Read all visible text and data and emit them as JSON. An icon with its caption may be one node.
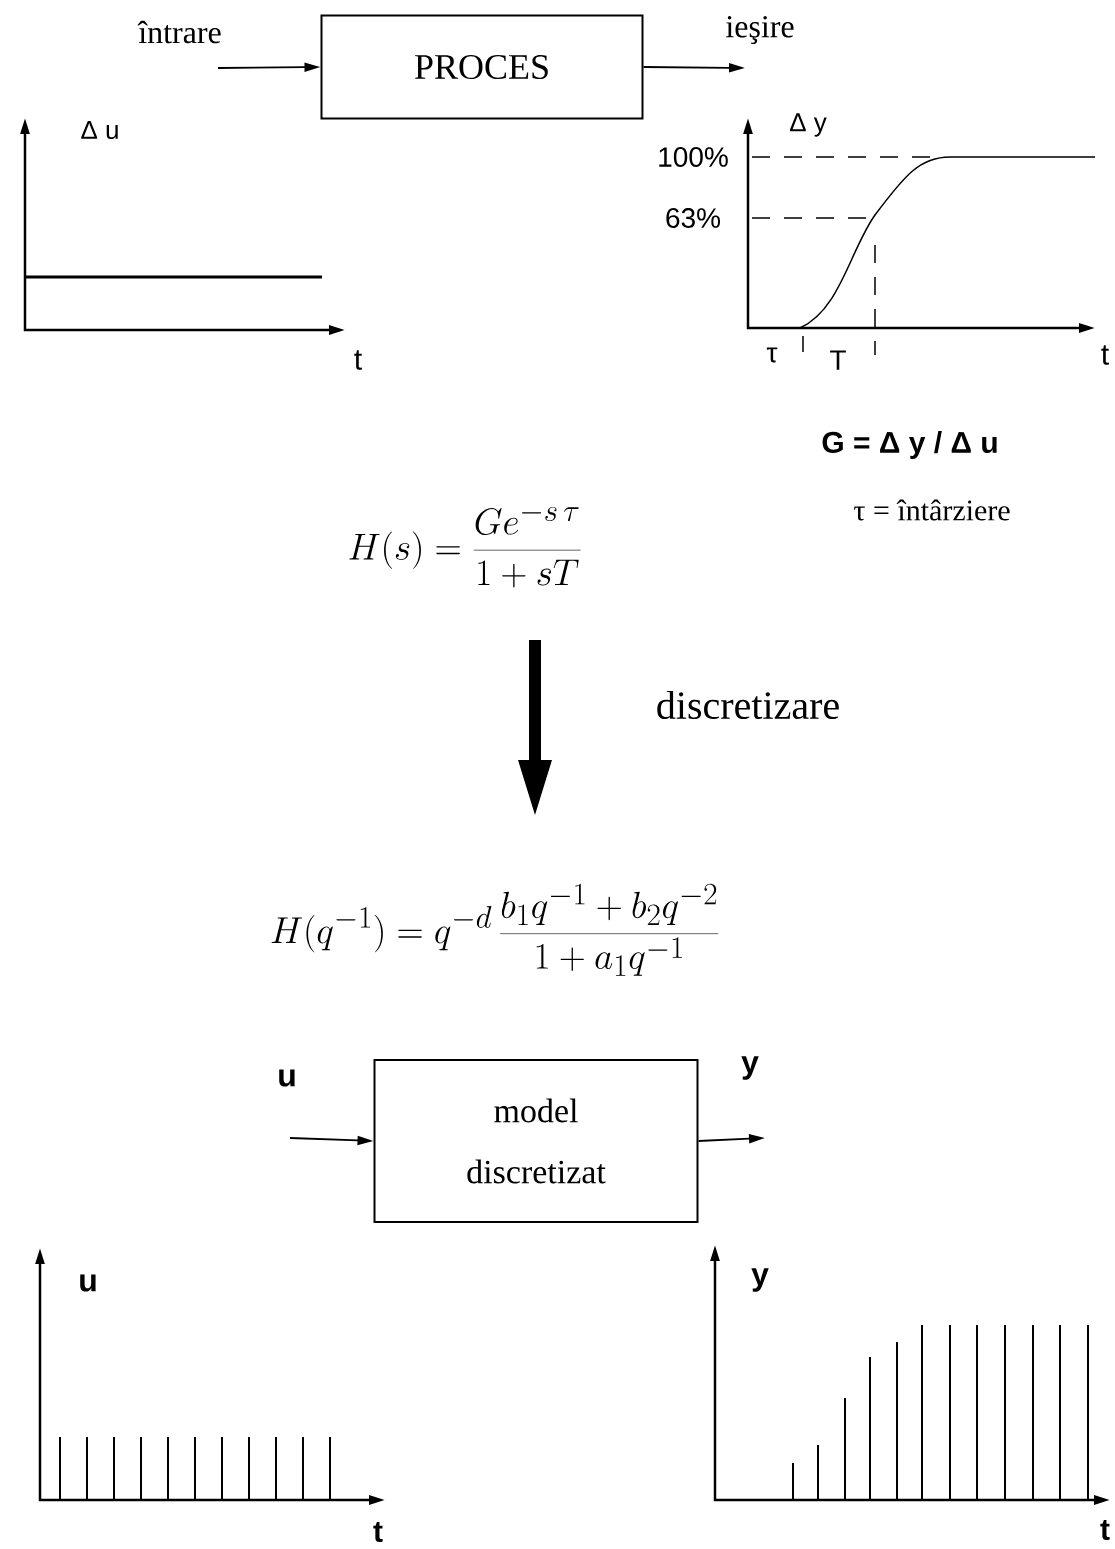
{
  "diagram": {
    "nodes": [
      {
        "text": [
          "PROCES"
        ]
      },
      {
        "text": [
          "model discretizat"
        ]
      }
    ],
    "edges": [
      {
        "from": null,
        "to": 0,
        "arrow": "to",
        "label": "întrare"
      },
      {
        "from": 0,
        "to": null,
        "arrow": "to",
        "label": "ieşire"
      },
      {
        "from": null,
        "to": 1,
        "arrow": "to",
        "label": "u"
      },
      {
        "from": 1,
        "to": null,
        "arrow": "to",
        "label": "y"
      }
    ],
    "labels": [
      "Δ u",
      "t",
      "Δ y",
      "100%",
      "63%",
      "τ",
      "T",
      "t",
      "G = Δ y / Δ u",
      "τ =  întârziere",
      "H(s) = \\frac{Ge^{-s\\,\\tau}}{1+sT}",
      "discretizare",
      "H(q^{-1}) = q^{-d}\\,\\frac{b_1 q^{-1} + b_2 q^{-2}}{1 + a_1 q^{-1}}",
      "u",
      "t",
      "y",
      "t"
    ]
  }
}
